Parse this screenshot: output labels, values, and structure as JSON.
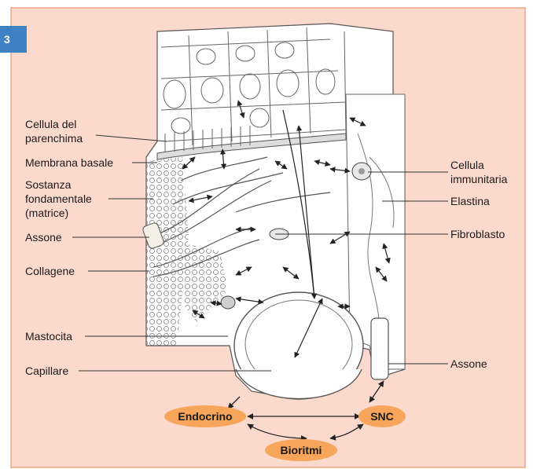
{
  "figure_number": "3",
  "labels_left": [
    "Cellula del",
    "parenchima",
    "Membrana basale",
    "Sostanza",
    "fondamentale",
    "(matrice)",
    "Assone",
    "Collagene",
    "Mastocita",
    "Capillare"
  ],
  "labels_right": [
    "Cellula",
    "immunitaria",
    "Elastina",
    "Fibroblasto",
    "Assone"
  ],
  "badges": [
    "Endocrino",
    "SNC",
    "Bioritmi"
  ],
  "colors": {
    "panel_bg": "#fbd9cc",
    "panel_border": "#e8a68a",
    "badge": "#f6a55a",
    "number_tab": "#3e82c4",
    "tissue_fill": "#ffffff",
    "line": "#333333"
  }
}
